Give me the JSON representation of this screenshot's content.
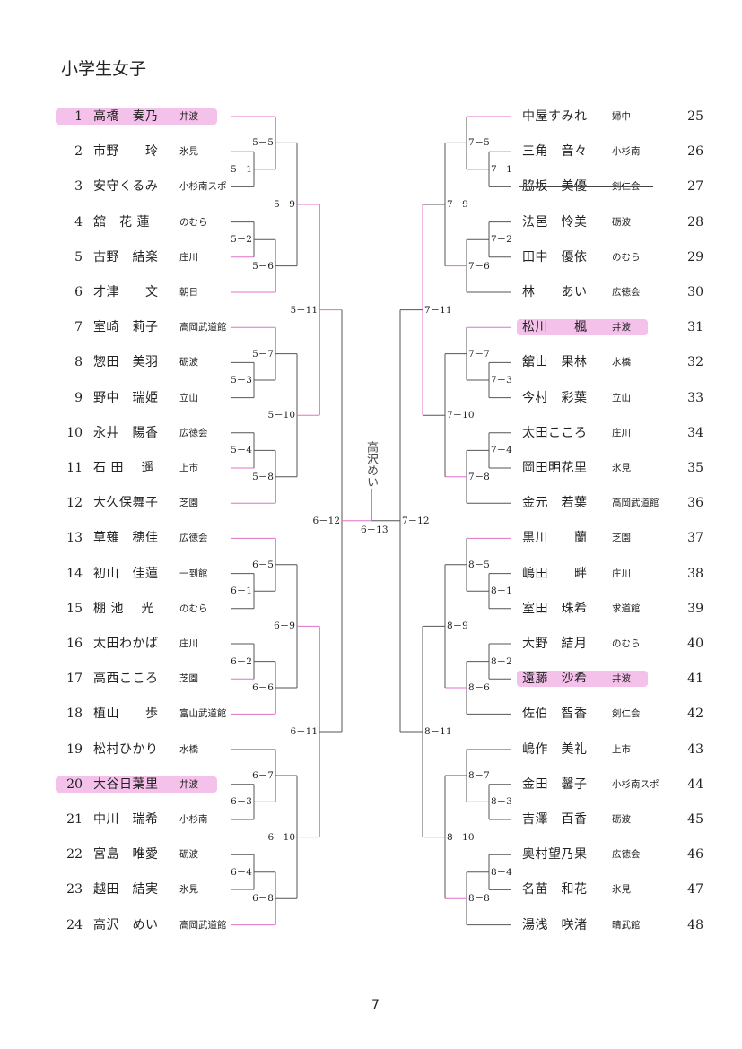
{
  "document": {
    "title": "小学生女子",
    "page_number": "7",
    "highlight_color": "#f2b6e6",
    "line_color": "#555555",
    "winner_line_color": "#e070c8"
  },
  "left_players": [
    {
      "num": "1",
      "name": "高橋　奏乃",
      "club": "井波",
      "highlighted": true
    },
    {
      "num": "2",
      "name": "市野　　玲",
      "club": "氷見"
    },
    {
      "num": "3",
      "name": "安守くるみ",
      "club": "小杉南スポ"
    },
    {
      "num": "4",
      "name": "舘　花 蓮",
      "club": "のむら"
    },
    {
      "num": "5",
      "name": "古野　結楽",
      "club": "庄川"
    },
    {
      "num": "6",
      "name": "才津　　文",
      "club": "朝日"
    },
    {
      "num": "7",
      "name": "室崎　莉子",
      "club": "高岡武道館"
    },
    {
      "num": "8",
      "name": "惣田　美羽",
      "club": "砺波"
    },
    {
      "num": "9",
      "name": "野中　瑞姫",
      "club": "立山"
    },
    {
      "num": "10",
      "name": "永井　陽香",
      "club": "広徳会"
    },
    {
      "num": "11",
      "name": "石 田　 遥",
      "club": "上市"
    },
    {
      "num": "12",
      "name": "大久保舞子",
      "club": "芝園"
    },
    {
      "num": "13",
      "name": "草薙　穂佳",
      "club": "広徳会"
    },
    {
      "num": "14",
      "name": "初山　佳蓮",
      "club": "一到館"
    },
    {
      "num": "15",
      "name": "棚 池　 光",
      "club": "のむら"
    },
    {
      "num": "16",
      "name": "太田わかば",
      "club": "庄川"
    },
    {
      "num": "17",
      "name": "高西こころ",
      "club": "芝園"
    },
    {
      "num": "18",
      "name": "植山　　歩",
      "club": "富山武道館"
    },
    {
      "num": "19",
      "name": "松村ひかり",
      "club": "水橋"
    },
    {
      "num": "20",
      "name": "大谷日葉里",
      "club": "井波",
      "highlighted": true
    },
    {
      "num": "21",
      "name": "中川　瑞希",
      "club": "小杉南"
    },
    {
      "num": "22",
      "name": "宮島　唯愛",
      "club": "砺波"
    },
    {
      "num": "23",
      "name": "越田　結実",
      "club": "氷見"
    },
    {
      "num": "24",
      "name": "高沢　めい",
      "club": "高岡武道館"
    }
  ],
  "right_players": [
    {
      "num": "25",
      "name": "中屋すみれ",
      "club": "婦中"
    },
    {
      "num": "26",
      "name": "三角　音々",
      "club": "小杉南"
    },
    {
      "num": "27",
      "name": "脇坂　美優",
      "club": "剣仁会",
      "struck": true
    },
    {
      "num": "28",
      "name": "法邑　怜美",
      "club": "砺波"
    },
    {
      "num": "29",
      "name": "田中　優依",
      "club": "のむら"
    },
    {
      "num": "30",
      "name": "林　　あい",
      "club": "広徳会"
    },
    {
      "num": "31",
      "name": "松川　　楓",
      "club": "井波",
      "highlighted": true
    },
    {
      "num": "32",
      "name": "舘山　果林",
      "club": "水橋"
    },
    {
      "num": "33",
      "name": "今村　彩葉",
      "club": "立山"
    },
    {
      "num": "34",
      "name": "太田こころ",
      "club": "庄川"
    },
    {
      "num": "35",
      "name": "岡田明花里",
      "club": "氷見"
    },
    {
      "num": "36",
      "name": "金元　若葉",
      "club": "高岡武道館"
    },
    {
      "num": "37",
      "name": "黒川　　蘭",
      "club": "芝園"
    },
    {
      "num": "38",
      "name": "嶋田　　畔",
      "club": "庄川"
    },
    {
      "num": "39",
      "name": "室田　珠希",
      "club": "求道館"
    },
    {
      "num": "40",
      "name": "大野　結月",
      "club": "のむら"
    },
    {
      "num": "41",
      "name": "遠藤　沙希",
      "club": "井波",
      "highlighted": true
    },
    {
      "num": "42",
      "name": "佐伯　智香",
      "club": "剣仁会"
    },
    {
      "num": "43",
      "name": "嶋作　美礼",
      "club": "上市"
    },
    {
      "num": "44",
      "name": "金田　馨子",
      "club": "小杉南スポ"
    },
    {
      "num": "45",
      "name": "吉澤　百香",
      "club": "砺波"
    },
    {
      "num": "46",
      "name": "奥村望乃果",
      "club": "広徳会"
    },
    {
      "num": "47",
      "name": "名苗　和花",
      "club": "氷見"
    },
    {
      "num": "48",
      "name": "湯浅　咲渚",
      "club": "晴武館"
    }
  ],
  "match_labels": {
    "m5_1": "5－1",
    "m5_2": "5－2",
    "m5_3": "5－3",
    "m5_4": "5－4",
    "m5_5": "5－5",
    "m5_6": "5－6",
    "m5_7": "5－7",
    "m5_8": "5－8",
    "m5_9": "5－9",
    "m5_10": "5－10",
    "m5_11": "5－11",
    "m6_1": "6－1",
    "m6_2": "6－2",
    "m6_3": "6－3",
    "m6_4": "6－4",
    "m6_5": "6－5",
    "m6_6": "6－6",
    "m6_7": "6－7",
    "m6_8": "6－8",
    "m6_9": "6－9",
    "m6_10": "6－10",
    "m6_11": "6－11",
    "m6_12": "6－12",
    "m6_13": "6－13",
    "m7_1": "7－1",
    "m7_2": "7－2",
    "m7_3": "7－3",
    "m7_4": "7－4",
    "m7_5": "7－5",
    "m7_6": "7－6",
    "m7_7": "7－7",
    "m7_8": "7－8",
    "m7_9": "7－9",
    "m7_10": "7－10",
    "m7_11": "7－11",
    "m7_12": "7－12",
    "m8_1": "8－1",
    "m8_2": "8－2",
    "m8_3": "8－3",
    "m8_4": "8－4",
    "m8_5": "8－5",
    "m8_6": "8－6",
    "m8_7": "8－7",
    "m8_8": "8－8",
    "m8_9": "8－9",
    "m8_10": "8－10",
    "m8_11": "8－11"
  },
  "handwritten_winner": "高沢めい"
}
